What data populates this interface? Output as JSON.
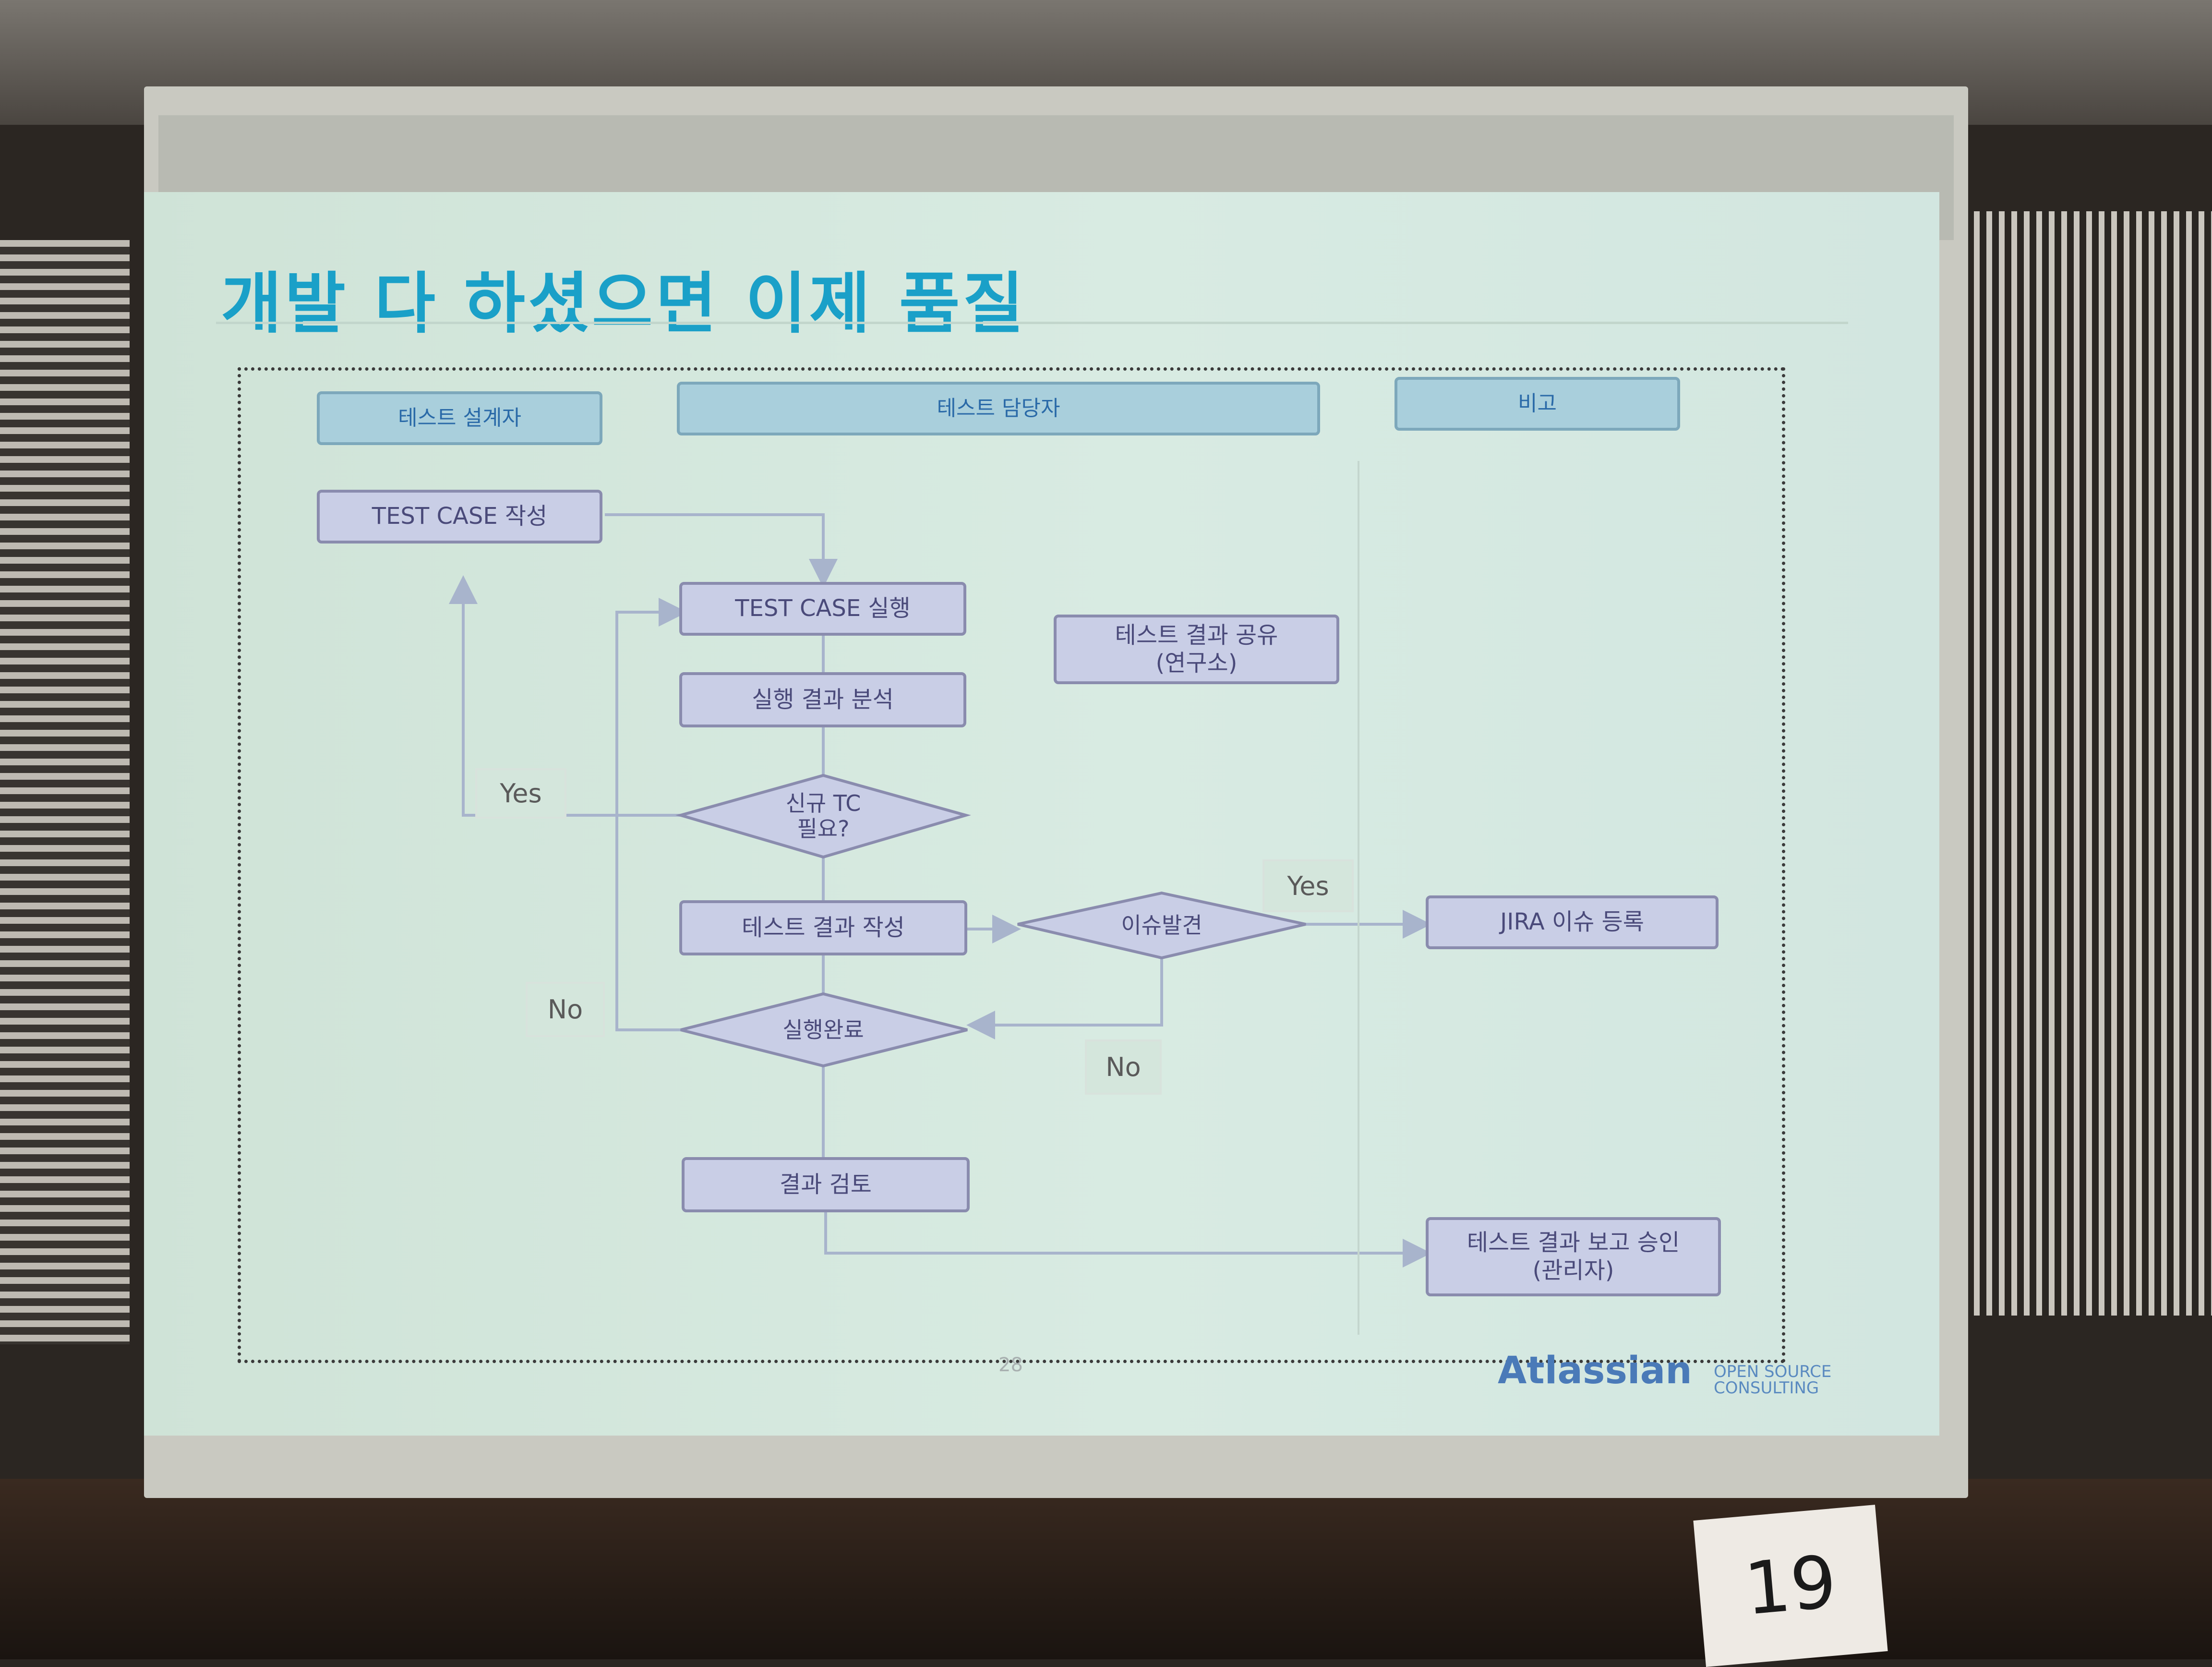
{
  "slide": {
    "title": "개발 다 하셨으면 이제 품질",
    "page_number": "28",
    "brand": "Atlassian",
    "brand_secondary": "OPEN SOURCE\nCONSULTING"
  },
  "diagram": {
    "lanes": [
      "테스트 설계자",
      "테스트 담당자",
      "비고"
    ],
    "nodes": {
      "tc_write": "TEST CASE 작성",
      "tc_run": "TEST CASE 실행",
      "analyze": "실행 결과 분석",
      "new_tc": "신규 TC\n필요?",
      "result_write": "테스트 결과 작성",
      "issue_found": "이슈발견",
      "done": "실행완료",
      "review": "결과 검토",
      "share": "테스트 결과 공유\n(연구소)",
      "jira": "JIRA 이슈 등록",
      "approve": "테스트 결과 보고 승인\n(관리자)"
    },
    "edge_labels": {
      "yes_new_tc": "Yes",
      "yes_issue": "Yes",
      "no_done": "No",
      "no_issue": "No"
    }
  },
  "room": {
    "table_card": "19"
  }
}
